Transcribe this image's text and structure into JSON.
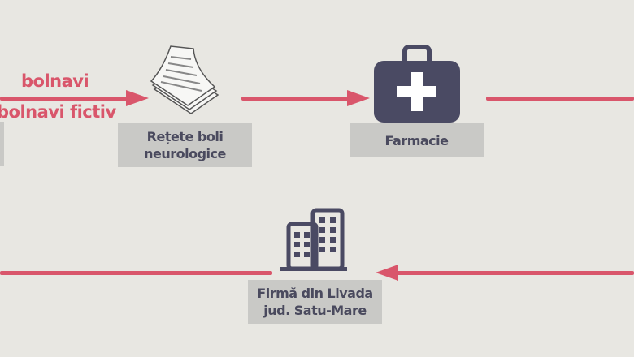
{
  "arrow_labels": {
    "top": "bolnavi",
    "bottom": "bolnavi fictiv"
  },
  "nodes": [
    {
      "label_line1": "Rețete boli",
      "label_line2": "neurologice",
      "icon": "prescription-papers-icon"
    },
    {
      "label_line1": "Farmacie",
      "icon": "medical-kit-icon"
    },
    {
      "label_line1": "Firmă din Livada",
      "label_line2": "jud. Satu-Mare",
      "icon": "office-building-icon"
    }
  ],
  "colors": {
    "arrow": "#d9566b",
    "icon": "#4a4a63",
    "label_bg": "#c9c9c6",
    "background": "#e8e7e2"
  }
}
